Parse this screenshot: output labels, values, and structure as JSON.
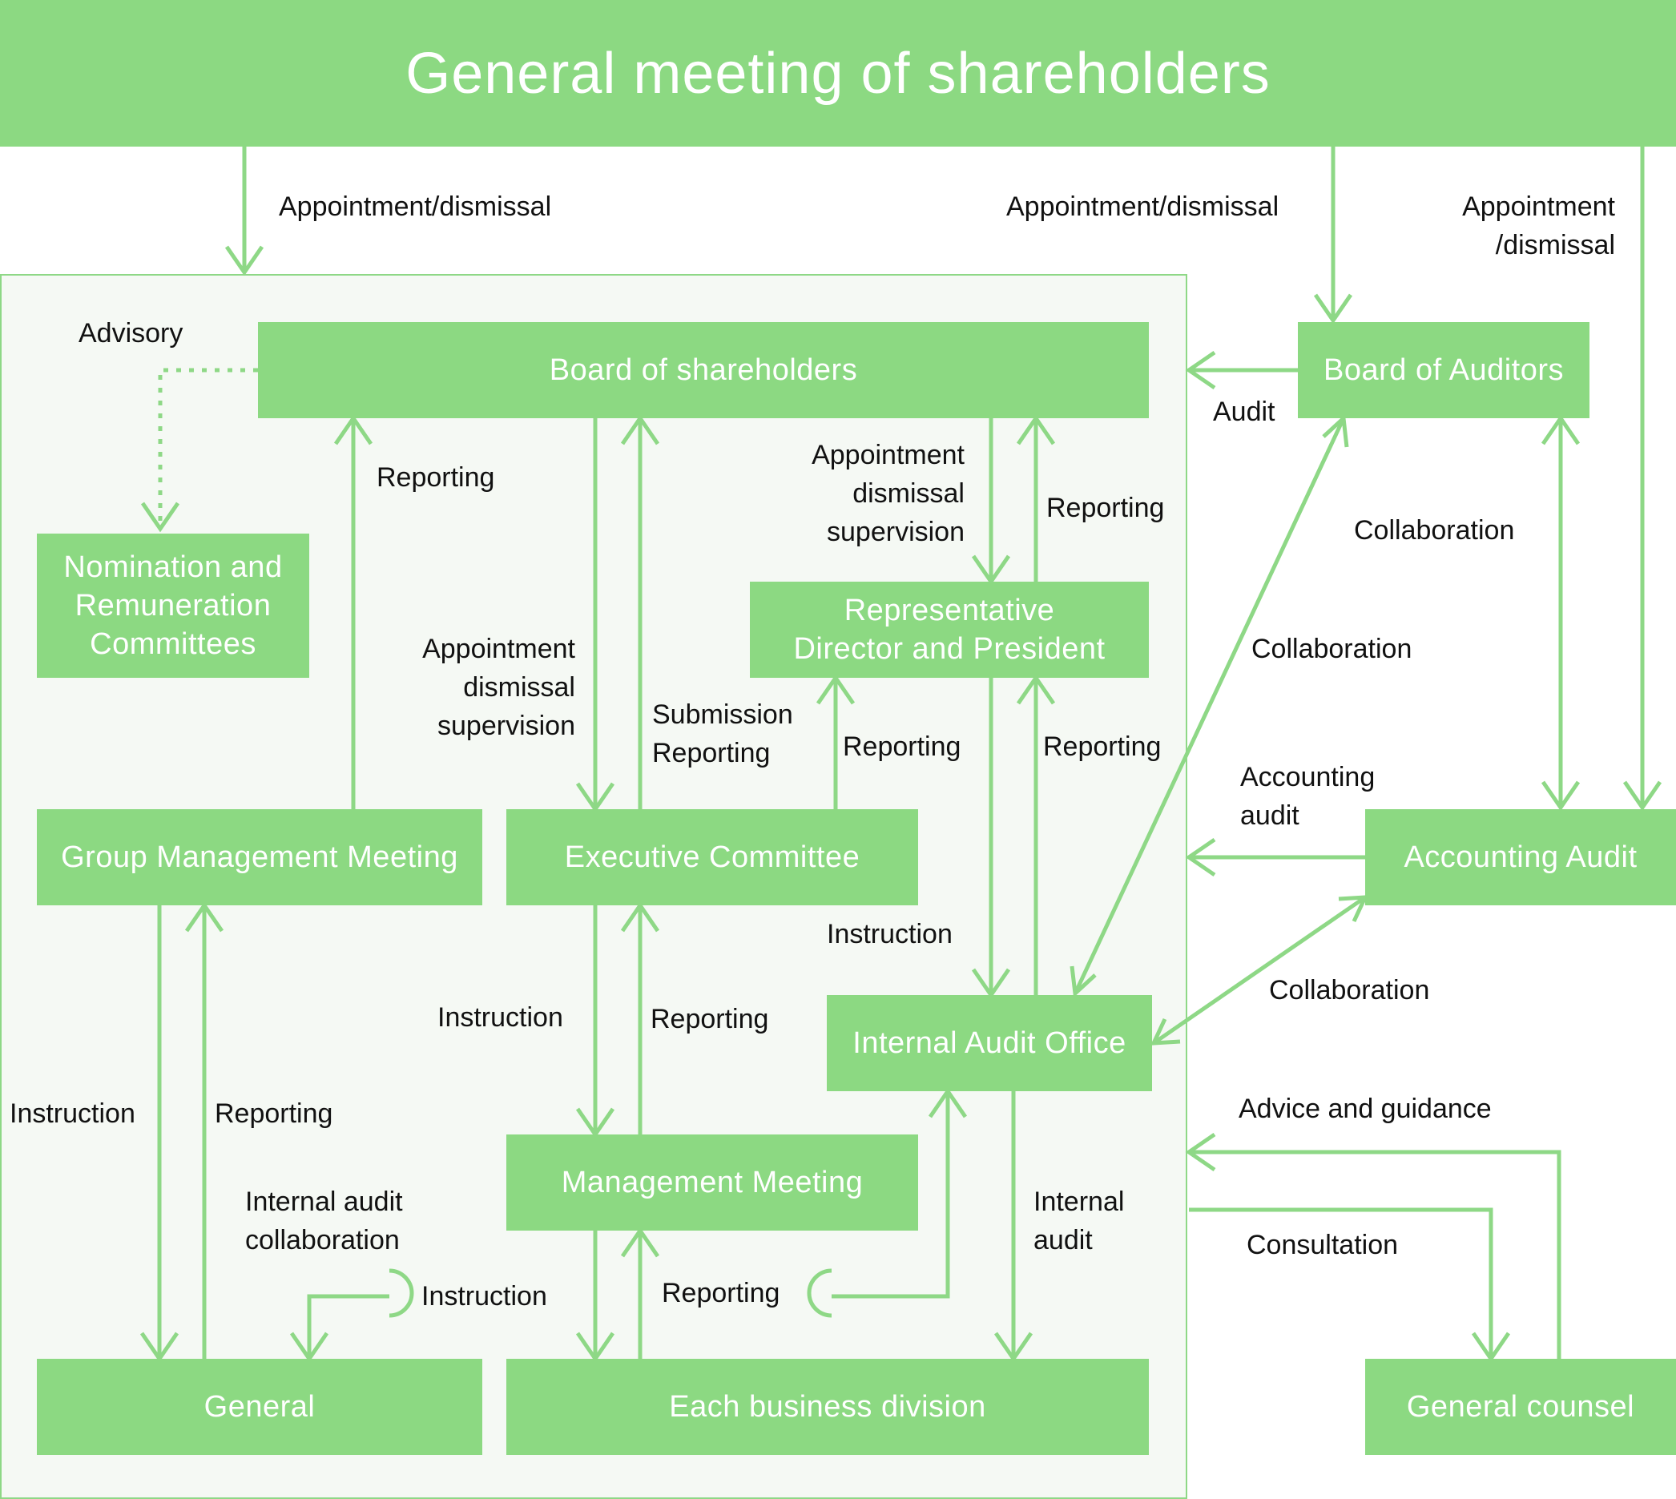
{
  "header": {
    "title": "General meeting of shareholders"
  },
  "colors": {
    "accent": "#8cd982",
    "line": "#8ed886",
    "panel": "#f5f9f4",
    "text": "#111111"
  },
  "boxes": {
    "board_shareholders": "Board of shareholders",
    "board_auditors": "Board of Auditors",
    "nomination": "Nomination and\nRemuneration\nCommittees",
    "rep_director": "Representative\nDirector and President",
    "group_mgmt": "Group Management Meeting",
    "exec_committee": "Executive Committee",
    "accounting_audit": "Accounting Audit",
    "internal_audit": "Internal Audit Office",
    "mgmt_meeting": "Management Meeting",
    "general": "General",
    "business_division": "Each business division",
    "general_counsel": "General counsel"
  },
  "labels": {
    "appt_left": "Appointment/dismissal",
    "appt_mid": "Appointment/dismissal",
    "appt_right": "Appointment\n/dismissal",
    "advisory": "Advisory",
    "audit": "Audit",
    "reporting_gm_board": "Reporting",
    "appt_sup_rep": "Appointment\ndismissal\nsupervision",
    "reporting_rep_board": "Reporting",
    "collab_auditors_acct": "Collaboration",
    "collab_auditors_ia": "Collaboration",
    "appt_sup_exec": "Appointment\ndismissal\nsupervision",
    "submission_reporting": "Submission\nReporting",
    "reporting_exec_rep": "Reporting",
    "reporting_ia_rep": "Reporting",
    "accounting_audit_lbl": "Accounting\naudit",
    "instruction_rep_ia": "Instruction",
    "collab_acct_ia": "Collaboration",
    "instruction_exec_mm": "Instruction",
    "reporting_mm_exec": "Reporting",
    "instruction_gm_general": "Instruction",
    "reporting_general_gm": "Reporting",
    "advice_guidance": "Advice and guidance",
    "internal_audit_collab": "Internal audit\ncollaboration",
    "internal_audit_lbl": "Internal\naudit",
    "consultation": "Consultation",
    "instruction_mm_general": "Instruction",
    "reporting_mm_ia": "Reporting"
  }
}
